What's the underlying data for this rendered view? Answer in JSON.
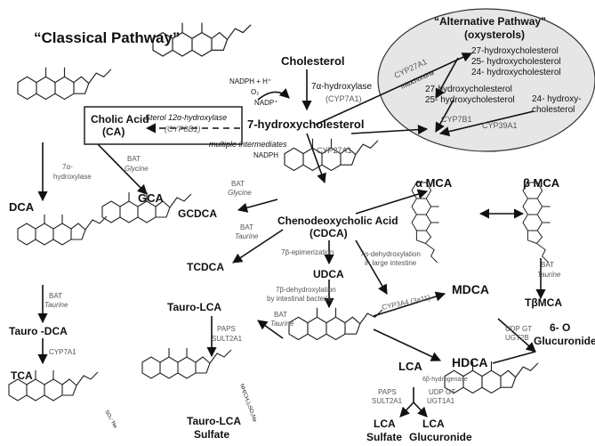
{
  "title_classical": "“Classical Pathway”",
  "alt": {
    "title": "“Alternative Pathway”",
    "subtitle": "(oxysterols)",
    "oxy_27": "27-hydroxycholesterol",
    "oxy_25": "25- hydroxycholesterol",
    "oxy_24": "24- hydroxycholesterol",
    "enz_cyp27a1": "CYP27A1",
    "enz_mito": "mitochondria",
    "b27": "27-hydroxycholesterol",
    "b25": "25- hydroxycholesterol",
    "b24a": "24- hydroxy-",
    "b24b": "cholesterol",
    "cyp7b1": "CYP7B1",
    "cyp39a1": "CYP39A1"
  },
  "nodes": {
    "cholesterol": "Cholesterol",
    "hydroxy7": "7-hydroxycholesterol",
    "cholic1": "Cholic Acid",
    "cholic2": "(CA)",
    "gca": "GCA",
    "dca": "DCA",
    "gcdca": "GCDCA",
    "cdca1": "Chenodeoxycholic Acid",
    "cdca2": "(CDCA)",
    "amca": "α MCA",
    "bmca": "β MCA",
    "tcdca": "TCDCA",
    "udca": "UDCA",
    "tbmca": "TβMCA",
    "taurolca": "Tauro-LCA",
    "taurodca": "Tauro -DCA",
    "mdca": "MDCA",
    "glu1": "6- O",
    "glu2": "Glucuronides",
    "hdca": "HDCA",
    "tca": "TCA",
    "lca": "LCA",
    "tlcasulf1": "Tauro-LCA",
    "tlcasulf2": "Sulfate",
    "lcasulf1": "LCA",
    "lcasulf2": "Sulfate",
    "lcaglu1": "LCA",
    "lcaglu2": "Glucuronide"
  },
  "labels": {
    "nadph_h": "NADPH + H⁺",
    "o2": "O₂",
    "nadp": "NADP⁺",
    "a7hyd": "7α-hydroxylase",
    "cyp7a1": "(CYP7A1)",
    "s12a": "Sterol 12α-hydroxylase",
    "cyp8b1": "(CYP8B1)",
    "multi": "multiple intermediates",
    "nadph": "NADPH",
    "cyp27a1": "CYP27A1",
    "hydrox_7a1": "7α-",
    "hydrox_7a2": "hydroxylase",
    "bat": "BAT",
    "glycine": "Glycine",
    "taurine": "Taurine",
    "epim": "7β-epimerization",
    "dehyd_li1": "7α-dehydroxylation",
    "dehyd_li2": "in large intestine",
    "dehyd_bac1": "7β-dehydroxylation",
    "dehyd_bac2": "by intestinal bacteria",
    "paps": "PAPS",
    "sult": "SULT2A1",
    "cyp3a4": "CYP3A4 (3a11)",
    "udpgt": "UDP GT",
    "ugt2b": "UGT2B",
    "ugt1a1": "UGT1A1",
    "cyp7a1b": "CYP7A1",
    "hydrogenase6b": "6β-hydrogenase",
    "sulfo": "SO₃⁻Na",
    "nh": "NH(CH₂)₂SO₃Na"
  },
  "colors": {
    "grey_label": "#555555",
    "ellipse_fill": "#e6e6e6"
  }
}
